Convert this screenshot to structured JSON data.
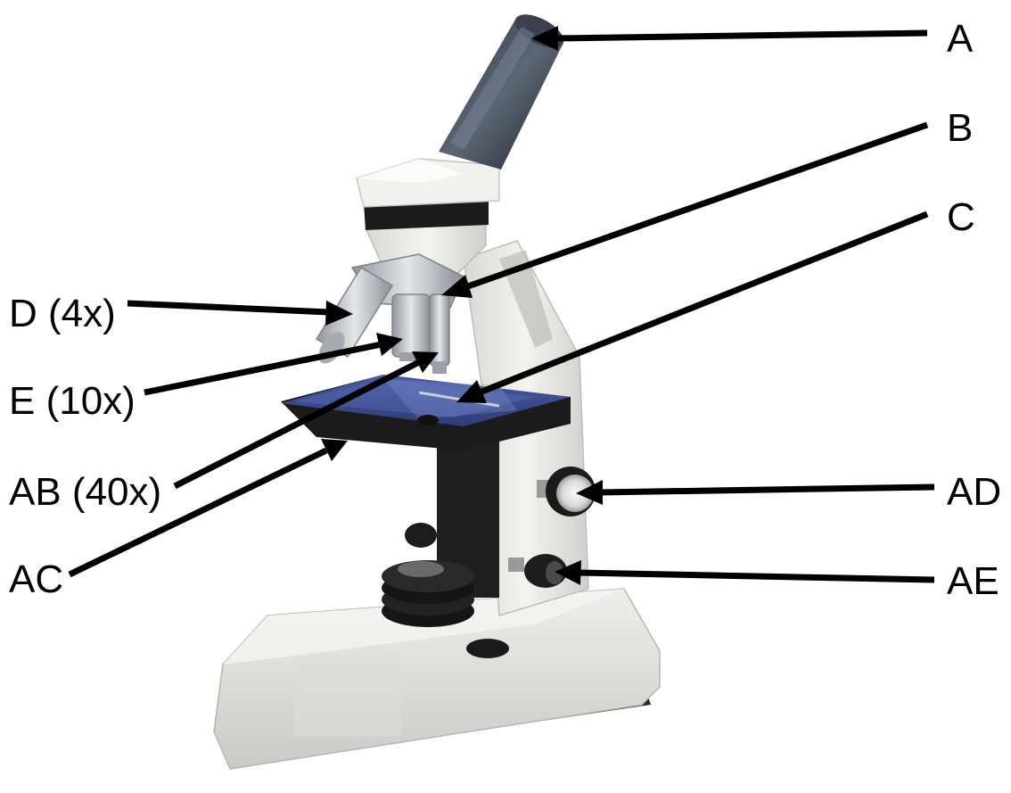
{
  "diagram": {
    "labels": {
      "a": "A",
      "b": "B",
      "c": "C",
      "d": "D (4x)",
      "e": "E (10x)",
      "ab": "AB (40x)",
      "ac": "AC",
      "ad": "AD",
      "ae": "AE"
    },
    "colors": {
      "body": "#e9eae6",
      "stage": "#3e4f95",
      "metal": "#b9bdc2",
      "dark": "#1e1e1e",
      "arrow": "#000000"
    },
    "illustration": "compound-microscope"
  }
}
